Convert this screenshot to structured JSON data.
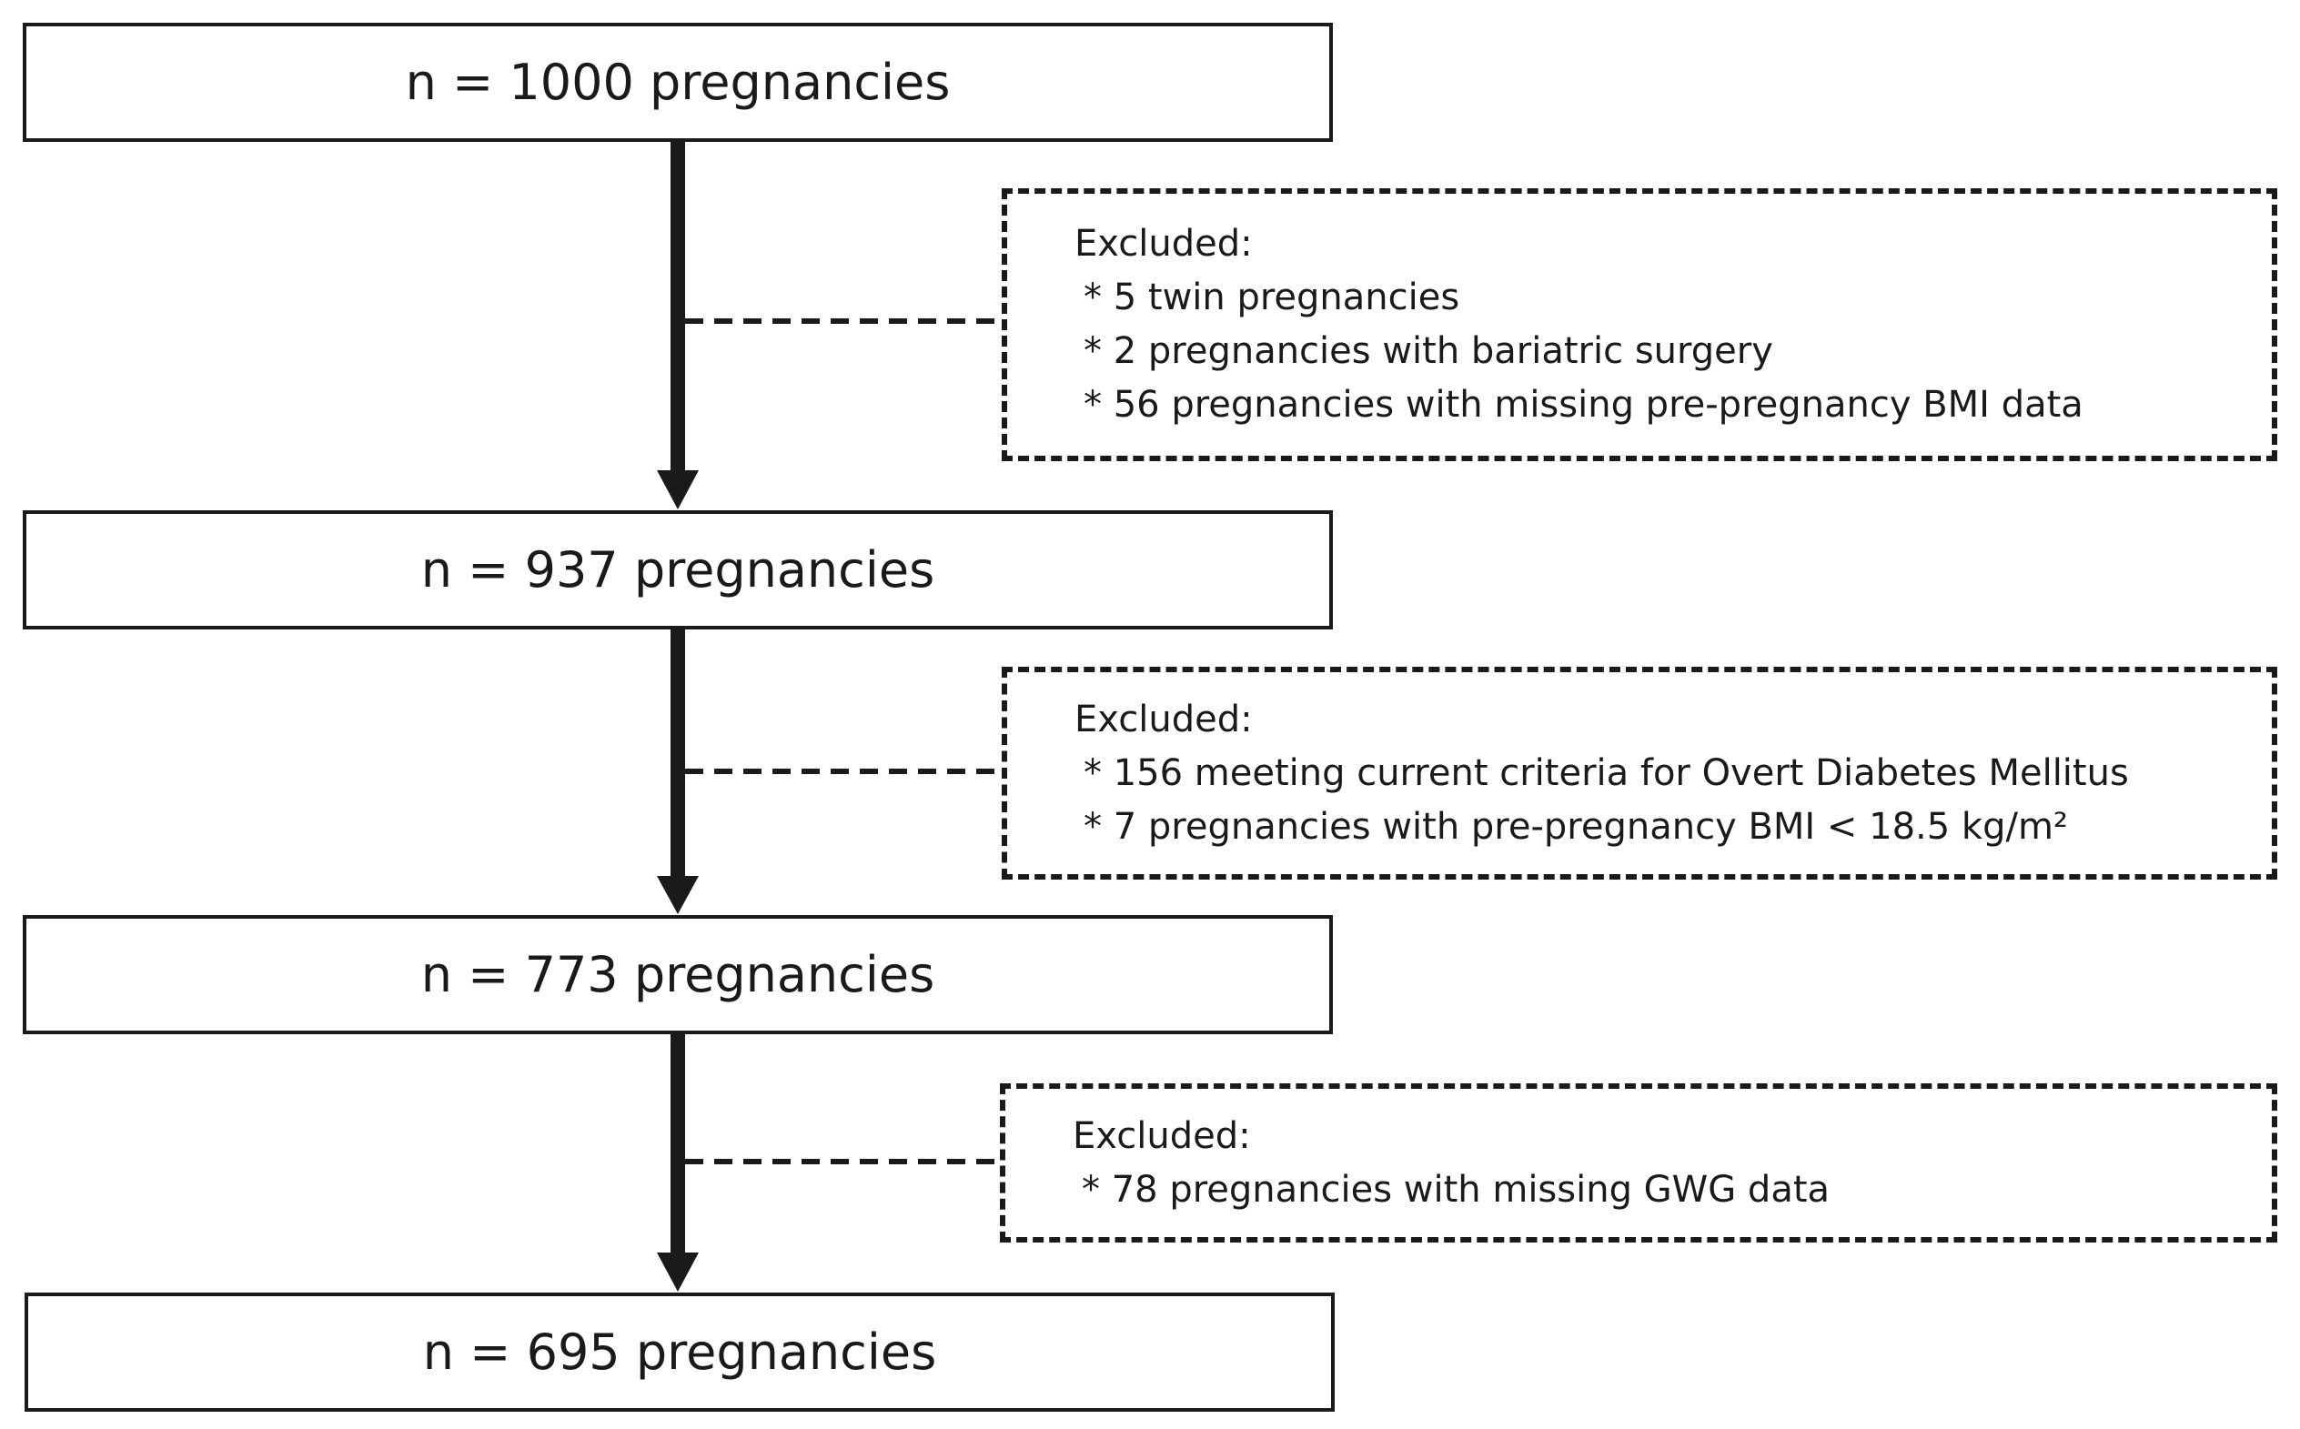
{
  "stages": [
    {
      "label": "n = 1000 pregnancies"
    },
    {
      "label": "n = 937 pregnancies"
    },
    {
      "label": "n = 773 pregnancies"
    },
    {
      "label": "n = 695 pregnancies"
    }
  ],
  "exclusions": [
    {
      "heading": "Excluded:",
      "items": [
        "* 5 twin pregnancies",
        "* 2 pregnancies with bariatric surgery",
        "* 56 pregnancies with missing pre-pregnancy BMI data"
      ]
    },
    {
      "heading": "Excluded:",
      "items": [
        "* 156 meeting current criteria for Overt Diabetes Mellitus",
        "* 7 pregnancies with pre-pregnancy BMI < 18.5 kg/m²"
      ]
    },
    {
      "heading": "Excluded:",
      "items": [
        "* 78 pregnancies with missing GWG data"
      ]
    }
  ],
  "colors": {
    "line": "#1a1a1a",
    "background": "#ffffff"
  }
}
